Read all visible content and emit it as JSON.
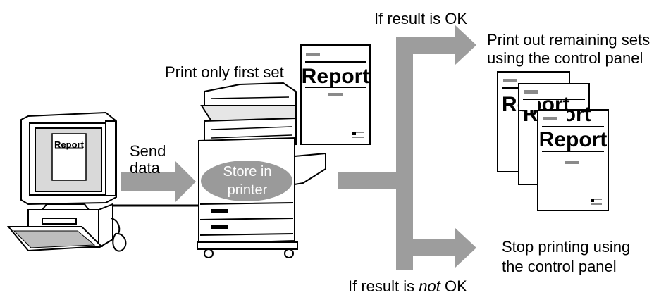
{
  "labels": {
    "print_first_set": "Print only first set",
    "send_data_line1": "Send",
    "send_data_line2": "data",
    "store_line1": "Store in",
    "store_line2": "printer",
    "result_ok": "If result is OK",
    "result_not_ok_prefix": "If result is ",
    "result_not_ok_italic": "not",
    "result_not_ok_suffix": " OK",
    "print_remaining_line1": "Print out remaining sets",
    "print_remaining_line2": "using the control panel",
    "stop_printing_line1": "Stop printing using",
    "stop_printing_line2": "the control panel"
  },
  "documents": {
    "report_title": "Report",
    "monitor_report_title": "Report"
  },
  "icons": {
    "computer": "desktop-computer-icon",
    "printer": "multifunction-printer-icon",
    "document": "report-document-icon",
    "arrows": "flow-arrow-icon"
  },
  "colors": {
    "arrow": "#9d9d9d",
    "ellipse": "#9a9a9a",
    "outline": "#000000"
  }
}
